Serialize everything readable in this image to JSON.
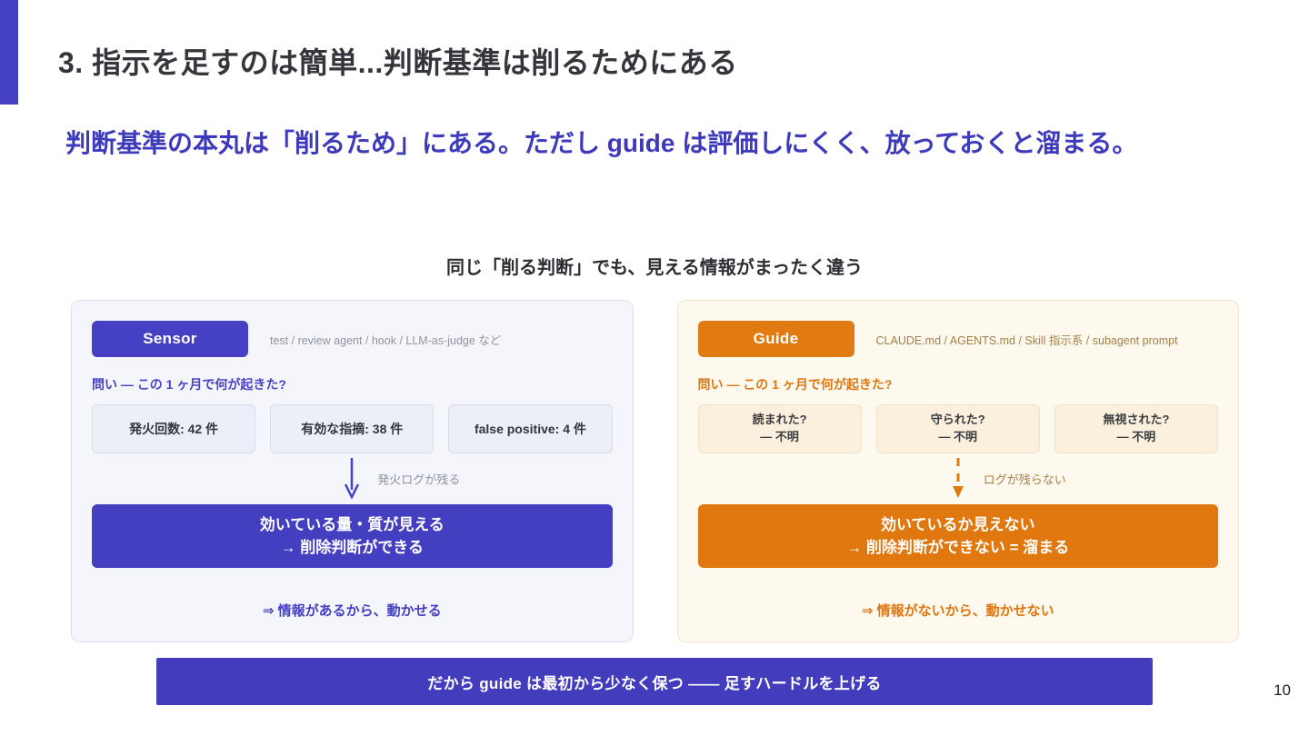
{
  "slide": {
    "title": "3. 指示を足すのは簡単...判断基準は削るためにある",
    "lead": "判断基準の本丸は「削るため」にある。ただし guide は評価しにくく、放っておくと溜まる。",
    "compare_title": "同じ「削る判断」でも、見える情報がまったく違う",
    "banner": "だから guide は最初から少なく保つ —— 足すハードルを上げる",
    "page_number": "10"
  },
  "panels": {
    "sensor": {
      "badge": "Sensor",
      "caption": "test / review agent / hook / LLM-as-judge など",
      "question": "問い — この 1 ヶ月で何が起きた?",
      "metrics": [
        "発火回数: 42 件",
        "有効な指摘: 38 件",
        "false positive: 4 件"
      ],
      "arrow_label": "発火ログが残る",
      "outcome_line1": "効いている量・質が見える",
      "outcome_line2": "→ 削除判断ができる",
      "footer": "⇒ 情報があるから、動かせる"
    },
    "guide": {
      "badge": "Guide",
      "caption": "CLAUDE.md / AGENTS.md / Skill 指示系 / subagent prompt",
      "question": "問い — この 1 ヶ月で何が起きた?",
      "metrics": [
        {
          "line1": "読まれた?",
          "line2": "— 不明"
        },
        {
          "line1": "守られた?",
          "line2": "— 不明"
        },
        {
          "line1": "無視された?",
          "line2": "— 不明"
        }
      ],
      "arrow_label": "ログが残らない",
      "outcome_line1": "効いているか見えない",
      "outcome_line2": "→ 削除判断ができない = 溜まる",
      "footer": "⇒ 情報がないから、動かせない"
    }
  },
  "colors": {
    "accent_indigo": "#4540c4",
    "accent_orange": "#e17a10",
    "lead_text": "#3d3bbb",
    "sensor_panel_bg": "#f5f6fc",
    "guide_panel_bg": "#fdf9ee",
    "banner_bg": "#433dbd"
  }
}
